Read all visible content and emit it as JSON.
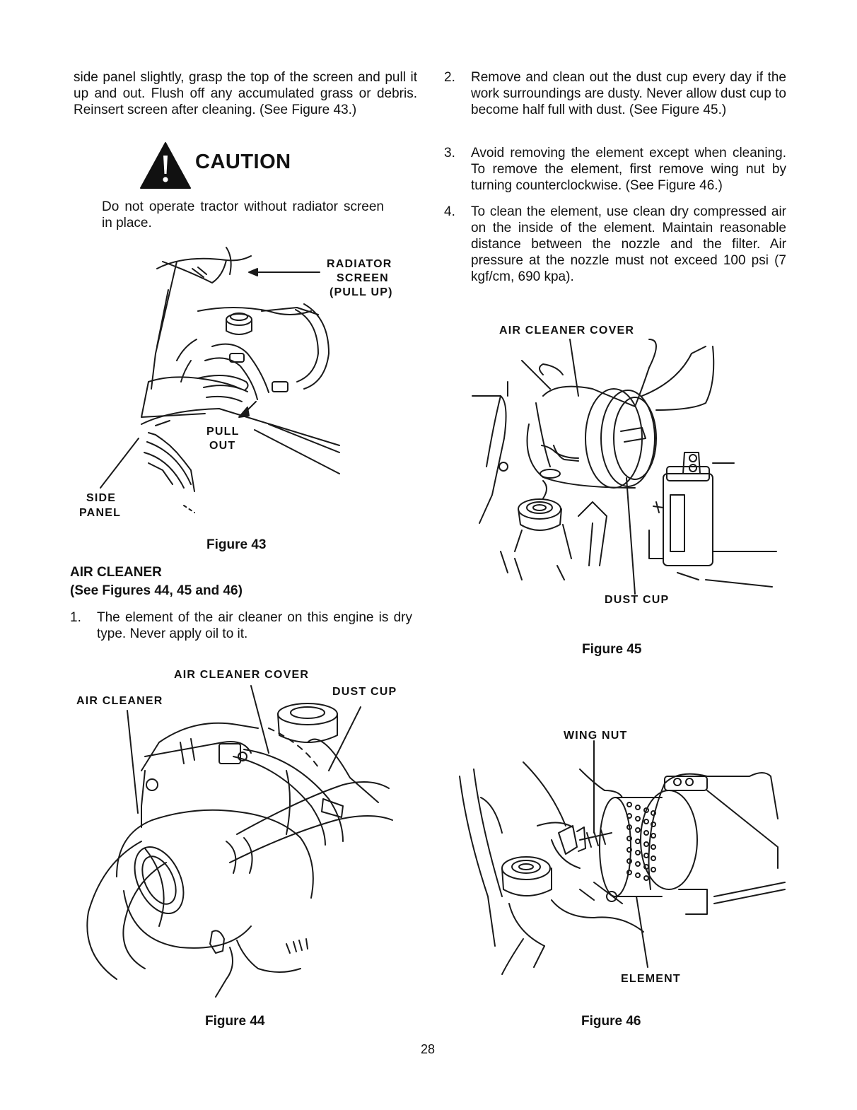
{
  "left_column": {
    "intro_paragraph": "side panel slightly, grasp the top of the screen and pull it up and out. Flush off any accumulated grass or debris. Reinsert screen after cleaning. (See Figure 43.)",
    "caution_title": "CAUTION",
    "caution_text": "Do not operate tractor without radiator screen in place.",
    "figure43": {
      "label_radiator_screen": [
        "RADIATOR",
        "SCREEN",
        "(PULL UP)"
      ],
      "label_pull_out": [
        "PULL",
        "OUT"
      ],
      "label_side_panel": [
        "SIDE",
        "PANEL"
      ],
      "caption": "Figure 43"
    },
    "air_cleaner_heading": "AIR CLEANER",
    "air_cleaner_subheading": "(See Figures 44, 45 and 46)",
    "item1_number": "1.",
    "item1_text": "The element of the air cleaner on this engine is dry type. Never apply oil to it.",
    "figure44": {
      "label_air_cleaner_cover": "AIR CLEANER COVER",
      "label_air_cleaner": "AIR CLEANER",
      "label_dust_cup": "DUST CUP",
      "caption": "Figure 44"
    }
  },
  "right_column": {
    "items": [
      {
        "number": "2.",
        "text": "Remove and clean out the dust cup every day if the work surroundings are dusty. Never allow dust cup to become half full with dust. (See Figure 45.)"
      },
      {
        "number": "3.",
        "text": "Avoid removing the element except when cleaning. To remove the element, first remove wing nut by turning counterclockwise. (See Figure 46.)"
      },
      {
        "number": "4.",
        "text": "To clean the element, use clean dry compressed air on the inside of the element. Maintain reasonable distance between the nozzle and the filter. Air pressure at the nozzle must not exceed 100 psi (7 kgf/cm, 690 kpa)."
      }
    ],
    "figure45": {
      "label_air_cleaner_cover": "AIR CLEANER COVER",
      "label_dust_cup": "DUST CUP",
      "caption": "Figure 45"
    },
    "figure46": {
      "label_wing_nut": "WING NUT",
      "label_element": "ELEMENT",
      "caption": "Figure 46"
    }
  },
  "page_number": "28",
  "icons": {
    "caution": "warning-triangle-icon"
  }
}
